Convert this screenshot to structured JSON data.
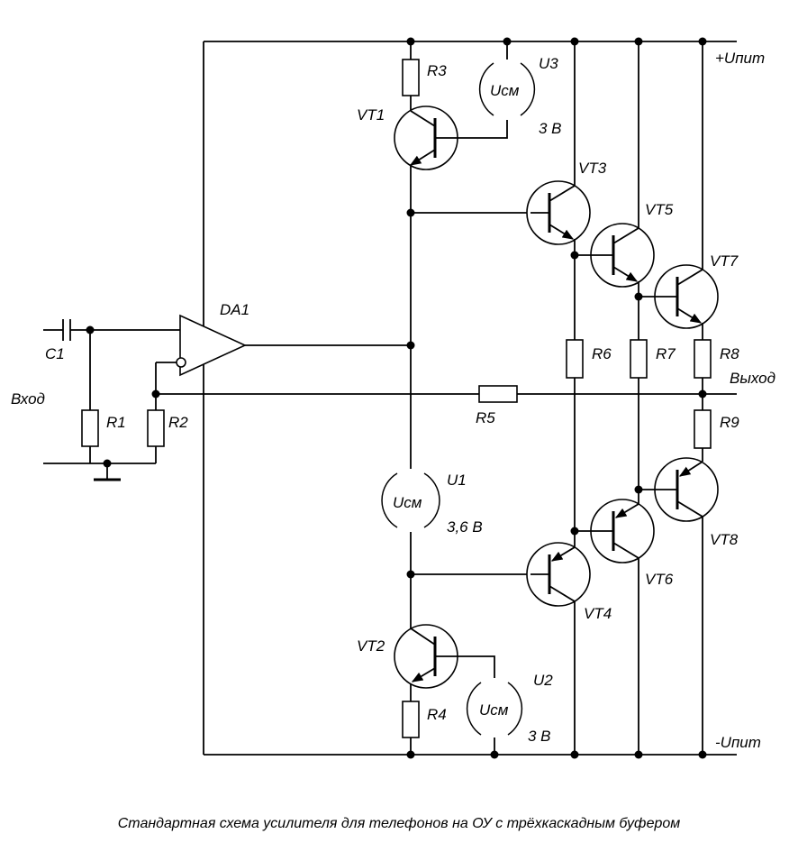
{
  "labels": {
    "vplus": "+Uпит",
    "vminus": "-Uпит",
    "input": "Вход",
    "output": "Выход",
    "opamp": "DA1",
    "c1": "C1",
    "r1": "R1",
    "r2": "R2",
    "r3": "R3",
    "r4": "R4",
    "r5": "R5",
    "r6": "R6",
    "r7": "R7",
    "r8": "R8",
    "r9": "R9",
    "vt1": "VT1",
    "vt2": "VT2",
    "vt3": "VT3",
    "vt4": "VT4",
    "vt5": "VT5",
    "vt6": "VT6",
    "vt7": "VT7",
    "vt8": "VT8",
    "u1": {
      "name": "U1",
      "symbol": "Uсм",
      "value": "3,6 В"
    },
    "u2": {
      "name": "U2",
      "symbol": "Uсм",
      "value": "3 В"
    },
    "u3": {
      "name": "U3",
      "symbol": "Uсм",
      "value": "3 В"
    }
  },
  "caption": "Стандартная схема усилителя для телефонов на ОУ с трёхкаскадным буфером"
}
